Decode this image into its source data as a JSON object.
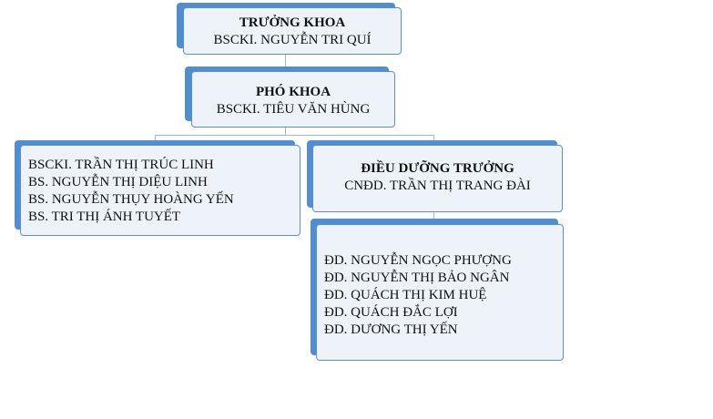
{
  "truong_khoa": {
    "title": "TRƯỞNG KHOA",
    "name": "BSCKI.  NGUYỄN  TRI  QUÍ"
  },
  "pho_khoa": {
    "title": "PHÓ KHOA",
    "name": "BSCKI.  TIÊU  VĂN  HÙNG"
  },
  "doctors": [
    "BSCKI.  TRẦN   THỊ  TRÚC  LINH",
    "BS.  NGUYỄN  THỊ  DIỆU  LINH",
    "BS.  NGUYỄN  THỤY  HOÀNG  YẾN",
    "BS.  TRI  THỊ  ÁNH  TUYẾT"
  ],
  "dieu_duong_truong": {
    "title": "ĐIỀU  DƯỠNG TRƯỞNG",
    "name": "CNĐD.  TRẦN   THỊ  TRANG  ĐÀI"
  },
  "nurses": [
    "ĐD.  NGUYỄN  NGỌC  PHƯỢNG",
    "ĐD.  NGUYỄN  THỊ  BẢO  NGÂN",
    "ĐD.  QUÁCH  THỊ  KIM  HUỆ",
    "ĐD.  QUÁCH  ĐẮC  LỢI",
    "ĐD.  DƯƠNG  THỊ  YẾN"
  ]
}
